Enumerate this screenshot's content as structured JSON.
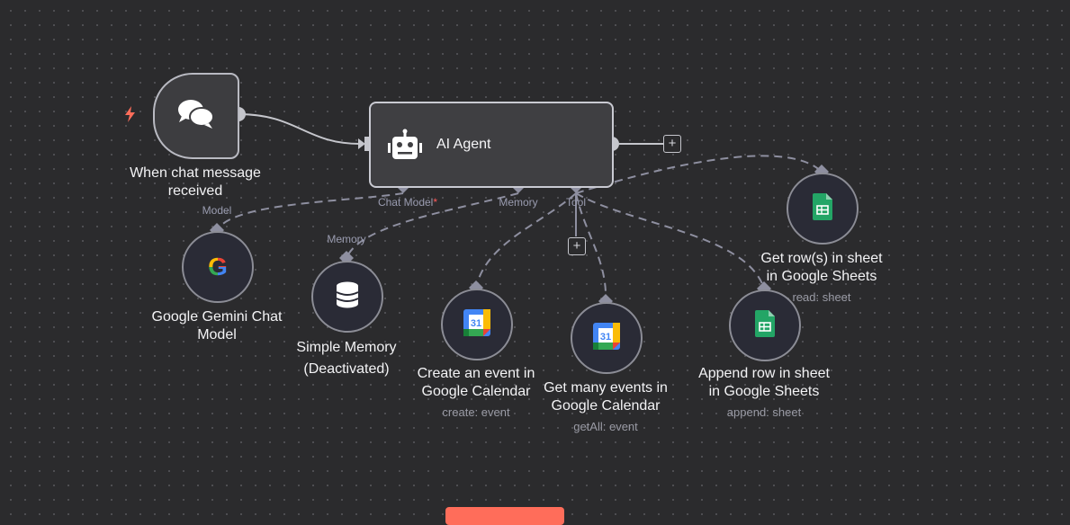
{
  "nodes": {
    "trigger": {
      "label": "When chat message received",
      "icon": "chat-bubbles-icon"
    },
    "agent": {
      "title": "AI Agent",
      "icon": "robot-icon",
      "ports": {
        "chat_model": "Chat Model",
        "required_mark": "*",
        "memory": "Memory",
        "tool": "Tool"
      }
    },
    "gemini": {
      "label_line1": "Google Gemini Chat",
      "label_line2": "Model",
      "port": "Model",
      "icon": "google-icon"
    },
    "memory": {
      "label_line1": "Simple Memory",
      "label_line2": "(Deactivated)",
      "port": "Memory",
      "icon": "database-icon"
    },
    "create_event": {
      "label_line1": "Create an event in",
      "label_line2": "Google Calendar",
      "sub": "create: event",
      "icon": "google-calendar-icon"
    },
    "get_events": {
      "label_line1": "Get many events in",
      "label_line2": "Google Calendar",
      "sub": "getAll: event",
      "icon": "google-calendar-icon"
    },
    "append_row": {
      "label_line1": "Append row in sheet",
      "label_line2": "in Google Sheets",
      "sub": "append: sheet",
      "icon": "google-sheets-icon"
    },
    "get_rows": {
      "label_line1": "Get row(s) in sheet",
      "label_line2": "in Google Sheets",
      "sub": "read: sheet",
      "icon": "google-sheets-icon"
    }
  },
  "plus_label": "+",
  "calendar_day": "31",
  "colors": {
    "accent": "#ff6d5a",
    "trigger_bolt": "#ff6d5a",
    "sheets": "#23a566"
  }
}
